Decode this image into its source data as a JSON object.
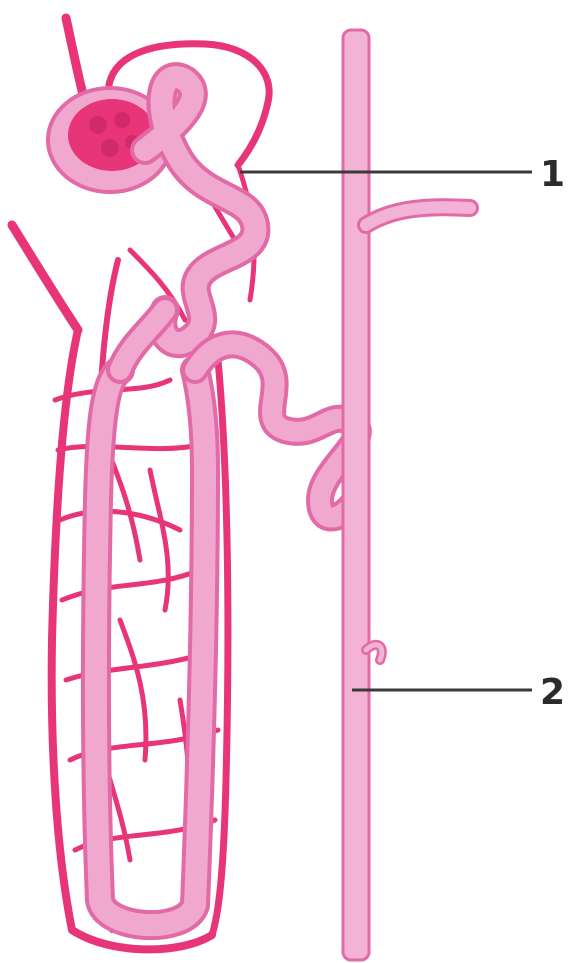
{
  "figure": {
    "labels": [
      {
        "id": "label-1",
        "text": "1"
      },
      {
        "id": "label-2",
        "text": "2"
      }
    ]
  },
  "colors": {
    "vessel": "#e8357a",
    "tubule_fill": "#f0a8cf",
    "tubule_edge": "#e26aa6",
    "duct_fill": "#f2b3d6",
    "leader_line": "#3a3a3a",
    "label_text": "#2b2b2b"
  }
}
